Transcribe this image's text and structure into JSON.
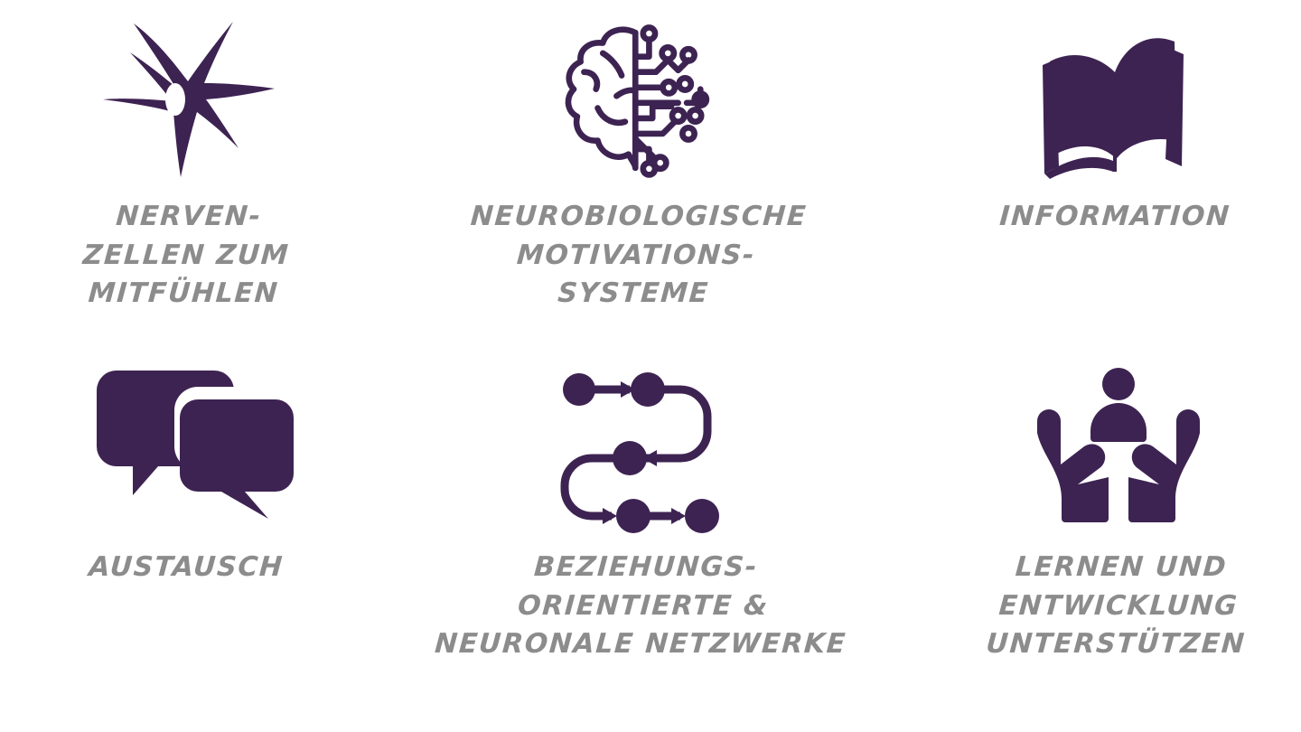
{
  "page": {
    "background_color": "#FFFFFF",
    "icon_color": "#3D2352",
    "label_color": "#8C8C8C",
    "layout": "3-column by 2-row icon grid"
  },
  "items": [
    {
      "id": "nervenzellen",
      "icon_name": "neuron-icon",
      "label": "NERVEN-\nZELLEN ZUM\nMITFÜHLEN"
    },
    {
      "id": "motivationssysteme",
      "icon_name": "brain-circuit-icon",
      "label": "NEUROBIOLOGISCHE\nMOTIVATIONS-\nSYSTEME"
    },
    {
      "id": "information",
      "icon_name": "open-book-icon",
      "label": "INFORMATION"
    },
    {
      "id": "austausch",
      "icon_name": "speech-bubbles-icon",
      "label": "AUSTAUSCH"
    },
    {
      "id": "netzwerke",
      "icon_name": "network-flow-icon",
      "label": "BEZIEHUNGS-\nORIENTIERTE &\nNEURONALE NETZWERKE"
    },
    {
      "id": "lernen",
      "icon_name": "hands-holding-person-icon",
      "label": "LERNEN UND\nENTWICKLUNG\nUNTERSTÜTZEN"
    }
  ]
}
